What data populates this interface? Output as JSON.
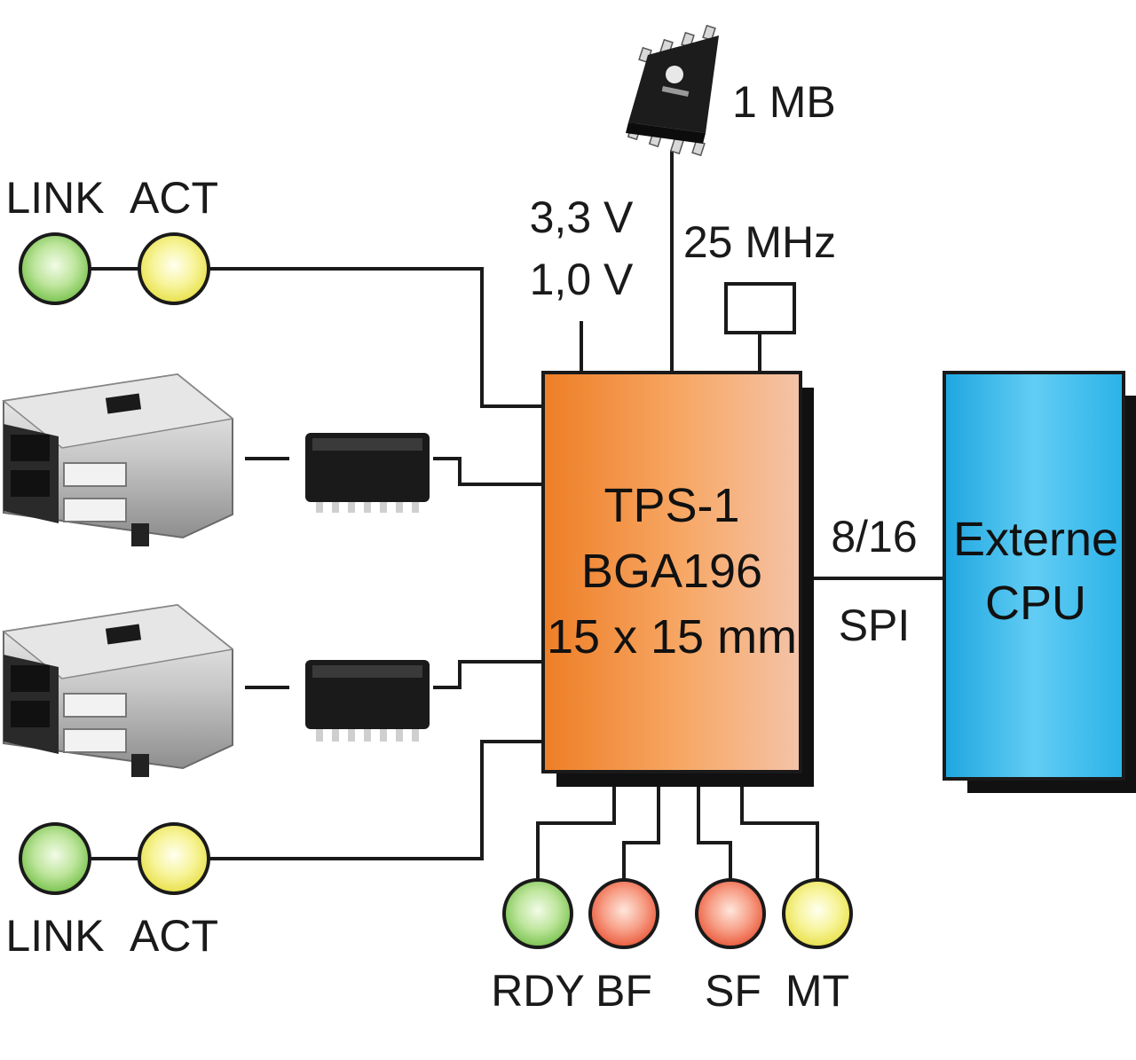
{
  "chip": {
    "line1": "TPS-1",
    "line2": "BGA196",
    "line3": "15 x 15 mm"
  },
  "power": {
    "v1": "3,3 V",
    "v2": "1,0 V"
  },
  "flash": {
    "label": "1 MB"
  },
  "clock": {
    "label": "25 MHz"
  },
  "bus": {
    "width": "8/16",
    "type": "SPI"
  },
  "cpu": {
    "line1": "Externe",
    "line2": "CPU"
  },
  "port_top_leds": {
    "link": "LINK",
    "act": "ACT"
  },
  "port_bottom_leds": {
    "link": "LINK",
    "act": "ACT"
  },
  "status_leds": {
    "rdy": "RDY",
    "bf": "BF",
    "sf": "SF",
    "mt": "MT"
  },
  "colors": {
    "chip": "#f08a3a",
    "cpu": "#2fb6ea",
    "led_green": "#8fd16a",
    "led_yellow": "#f2ee6a",
    "led_red": "#f06a50"
  }
}
